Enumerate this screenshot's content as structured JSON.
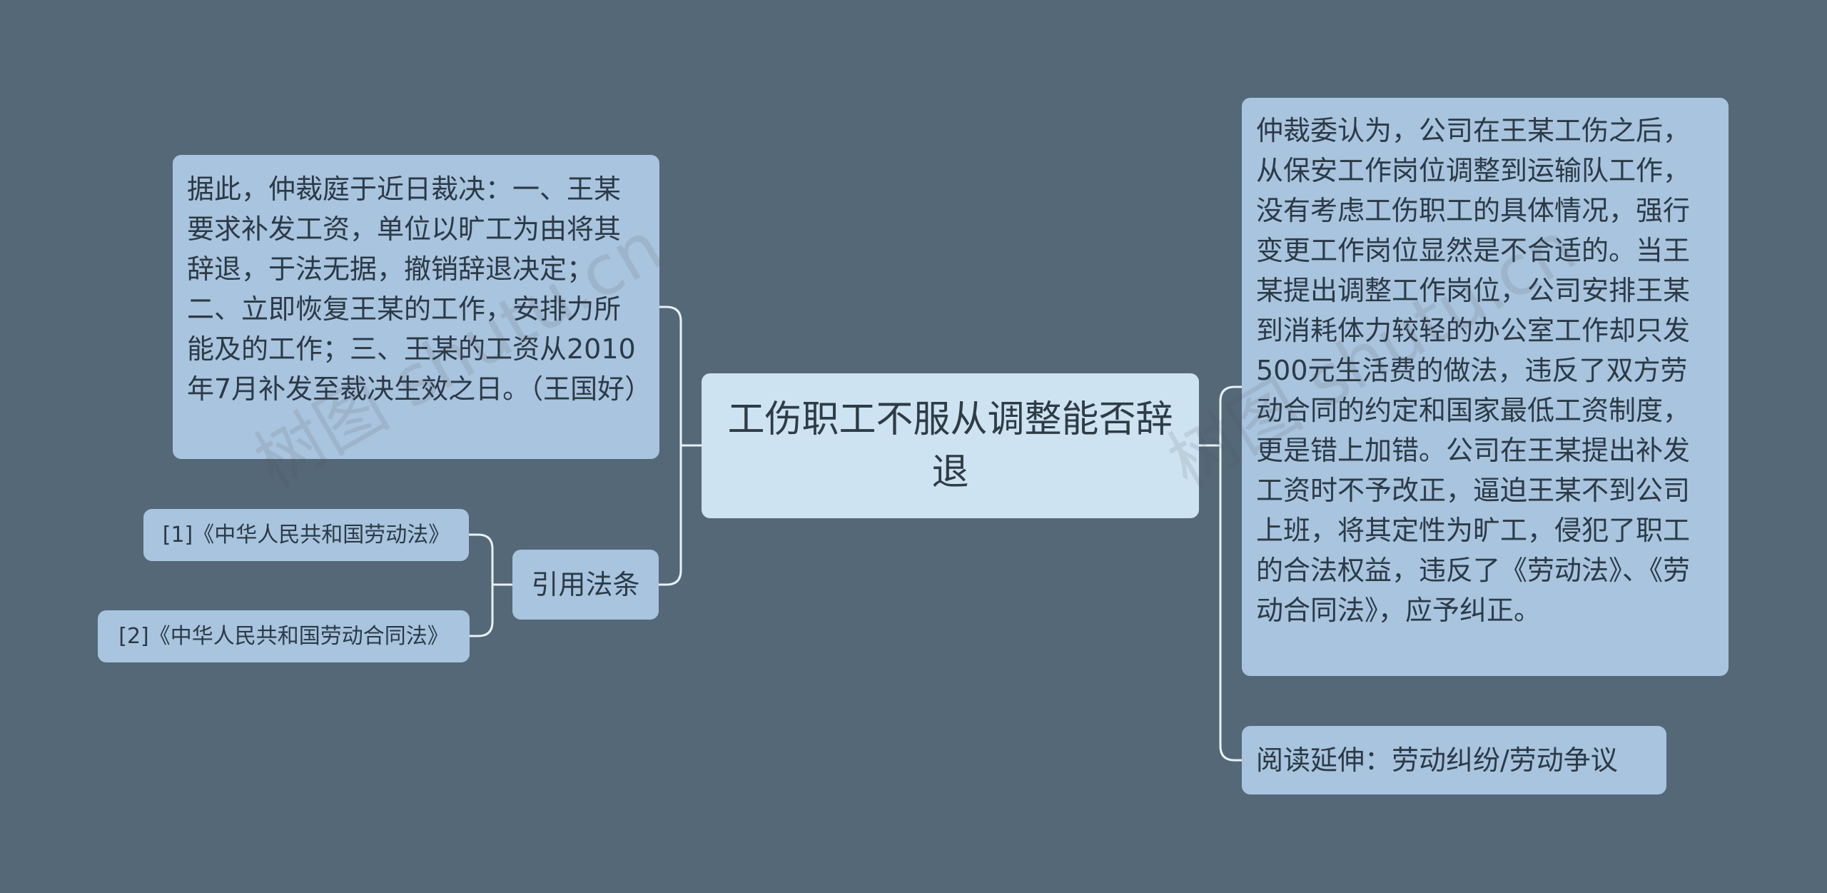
{
  "root": {
    "title": "工伤职工不服从调整能否辞退"
  },
  "left": {
    "ruling": "据此，仲裁庭于近日裁决：一、王某要求补发工资，单位以旷工为由将其辞退，于法无据，撤销辞退决定；二、立即恢复王某的工作，安排力所能及的工作；三、王某的工资从2010年7月补发至裁决生效之日。（王国好）",
    "citations_label": "引用法条",
    "citations": [
      "[1]《中华人民共和国劳动法》",
      "[2]《中华人民共和国劳动合同法》"
    ]
  },
  "right": {
    "opinion": "仲裁委认为，公司在王某工伤之后，从保安工作岗位调整到运输队工作，没有考虑工伤职工的具体情况，强行变更工作岗位显然是不合适的。当王某提出调整工作岗位，公司安排王某到消耗体力较轻的办公室工作却只发500元生活费的做法，违反了双方劳动合同的约定和国家最低工资制度，更是错上加错。公司在王某提出补发工资时不予改正，逼迫王某不到公司上班，将其定性为旷工，侵犯了职工的合法权益，违反了《劳动法》、《劳动合同法》，应予纠正。",
    "read_more": "阅读延伸：劳动纠纷/劳动争议"
  },
  "watermark": "树图 shutu.cn",
  "colors": {
    "background": "#546878",
    "node": "#a9c4de",
    "root": "#cde3f1",
    "connector": "#e8f1f8"
  }
}
